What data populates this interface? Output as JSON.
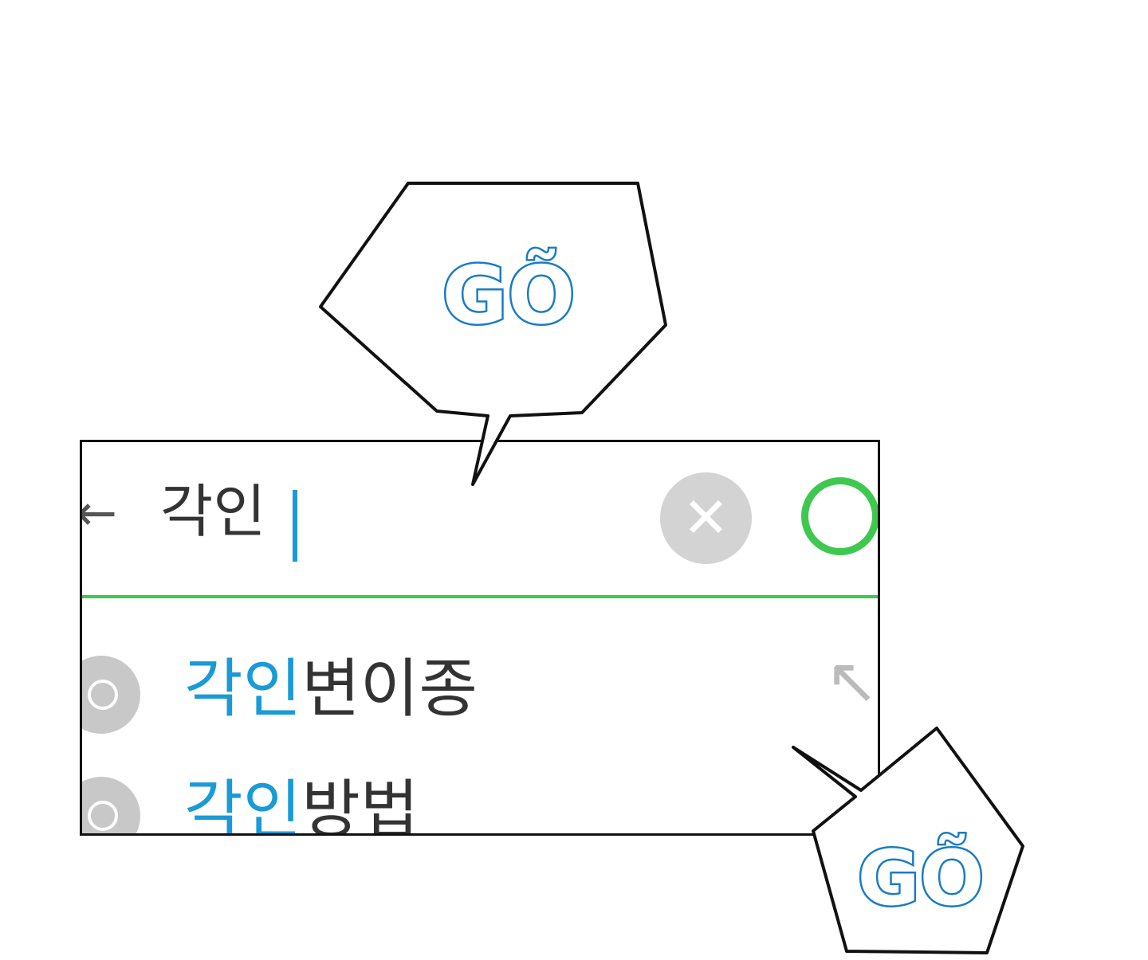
{
  "search": {
    "back_icon": "arrow-left-icon",
    "query": "각인",
    "clear_icon": "x-icon",
    "search_icon": "search-icon",
    "accent": "#3ec850",
    "highlight": "#1a9ad6"
  },
  "suggestions": [
    {
      "match": "각인",
      "rest": "변이종"
    },
    {
      "match": "각인",
      "rest": "방법"
    }
  ],
  "bubbles": [
    {
      "text": "GÕ"
    },
    {
      "text": "GÕ"
    }
  ]
}
